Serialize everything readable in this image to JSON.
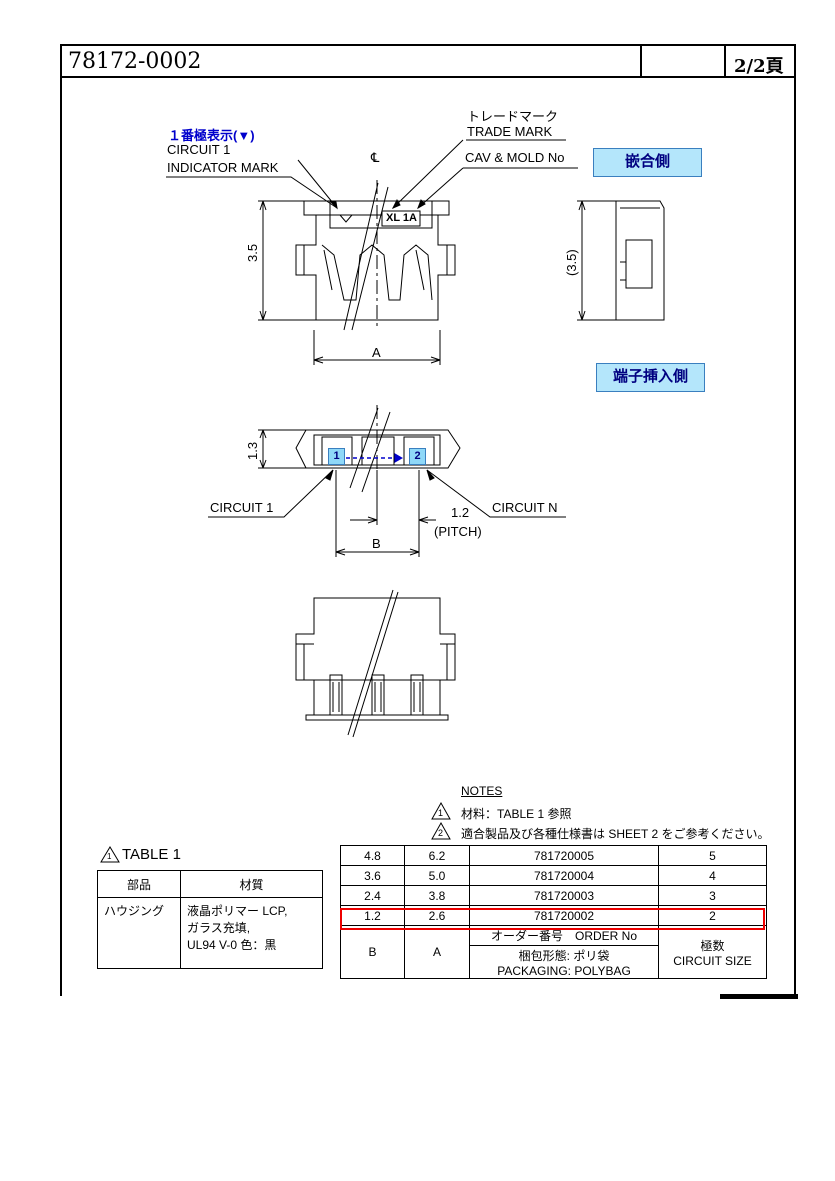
{
  "header": {
    "part_number": "78172-0002",
    "page": "2/2頁"
  },
  "labels": {
    "circuit1_jp": "１番極表示(▼)",
    "circuit1_indicator_1": "CIRCUIT 1",
    "circuit1_indicator_2": "INDICATOR MARK",
    "cl_mark": "℄",
    "trade_mark_jp": "トレードマーク",
    "trade_mark_en": "TRADE MARK",
    "cav_mold": "CAV & MOLD No",
    "stamp": "XL 1A",
    "dim_35": "3.5",
    "dim_35_ref": "(3.5)",
    "dim_A": "A",
    "dim_13": "1.3",
    "dim_12": "1.2",
    "pitch": "(PITCH)",
    "dim_B": "B",
    "circuit_1": "CIRCUIT 1",
    "circuit_n": "CIRCUIT N",
    "pin_1": "1",
    "pin_2": "2"
  },
  "badges": {
    "mating_side": "嵌合側",
    "terminal_side": "端子挿入側"
  },
  "notes": {
    "title": "NOTES",
    "note1_num": "1",
    "note1": "材料：TABLE 1 参照",
    "note2_num": "2",
    "note2": "適合製品及び各種仕様書は SHEET 2 をご参考ください。"
  },
  "table1": {
    "title": "TABLE 1",
    "title_num": "1",
    "col_part": "部品",
    "col_material": "材質",
    "row_part": "ハウジング",
    "row_material_1": "液晶ポリマー LCP,",
    "row_material_2": "ガラス充填,",
    "row_material_3": "UL94 V-0 色：黒"
  },
  "table2": {
    "rows": [
      {
        "b": "4.8",
        "a": "6.2",
        "order": "781720005",
        "size": "5"
      },
      {
        "b": "3.6",
        "a": "5.0",
        "order": "781720004",
        "size": "4"
      },
      {
        "b": "2.4",
        "a": "3.8",
        "order": "781720003",
        "size": "3"
      },
      {
        "b": "1.2",
        "a": "2.6",
        "order": "781720002",
        "size": "2"
      }
    ],
    "head_b": "B",
    "head_a": "A",
    "head_order": "オーダー番号　ORDER No",
    "head_pack_1": "梱包形態: ポリ袋",
    "head_pack_2": "PACKAGING: POLYBAG",
    "head_size_1": "極数",
    "head_size_2": "CIRCUIT SIZE"
  },
  "colors": {
    "highlight": "#e00000",
    "badge_bg": "#b4e6fb",
    "pin_bg": "#8fd8f8",
    "blue_text": "#0000cc"
  }
}
